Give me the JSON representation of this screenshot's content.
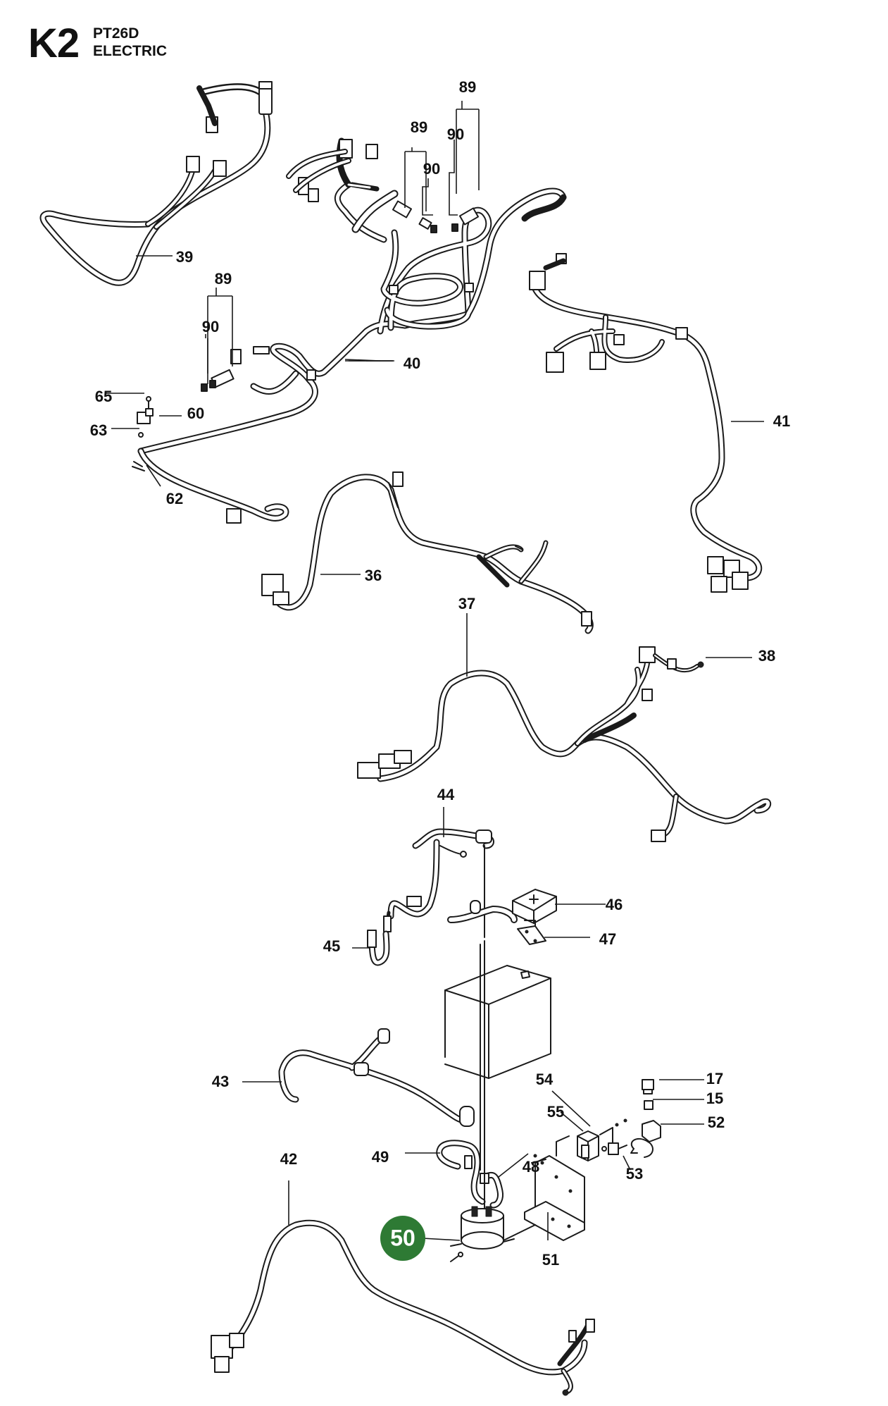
{
  "header": {
    "code": "K2",
    "model": "PT26D",
    "group": "ELECTRIC"
  },
  "highlight": {
    "label": "50",
    "color": "#2e7a34"
  },
  "callouts": [
    {
      "id": "c89a",
      "label": "89"
    },
    {
      "id": "c89b",
      "label": "89"
    },
    {
      "id": "c90a",
      "label": "90"
    },
    {
      "id": "c90b",
      "label": "90"
    },
    {
      "id": "c39",
      "label": "39"
    },
    {
      "id": "c89c",
      "label": "89"
    },
    {
      "id": "c90c",
      "label": "90"
    },
    {
      "id": "c40",
      "label": "40"
    },
    {
      "id": "c65",
      "label": "65"
    },
    {
      "id": "c60",
      "label": "60"
    },
    {
      "id": "c63",
      "label": "63"
    },
    {
      "id": "c62",
      "label": "62"
    },
    {
      "id": "c41",
      "label": "41"
    },
    {
      "id": "c36",
      "label": "36"
    },
    {
      "id": "c37",
      "label": "37"
    },
    {
      "id": "c38",
      "label": "38"
    },
    {
      "id": "c44",
      "label": "44"
    },
    {
      "id": "c46",
      "label": "46"
    },
    {
      "id": "c47",
      "label": "47"
    },
    {
      "id": "c45",
      "label": "45"
    },
    {
      "id": "c43",
      "label": "43"
    },
    {
      "id": "c17",
      "label": "17"
    },
    {
      "id": "c15",
      "label": "15"
    },
    {
      "id": "c54",
      "label": "54"
    },
    {
      "id": "c55",
      "label": "55"
    },
    {
      "id": "c52",
      "label": "52"
    },
    {
      "id": "c48",
      "label": "48"
    },
    {
      "id": "c49",
      "label": "49"
    },
    {
      "id": "c53",
      "label": "53"
    },
    {
      "id": "c42",
      "label": "42"
    },
    {
      "id": "c51",
      "label": "51"
    }
  ]
}
